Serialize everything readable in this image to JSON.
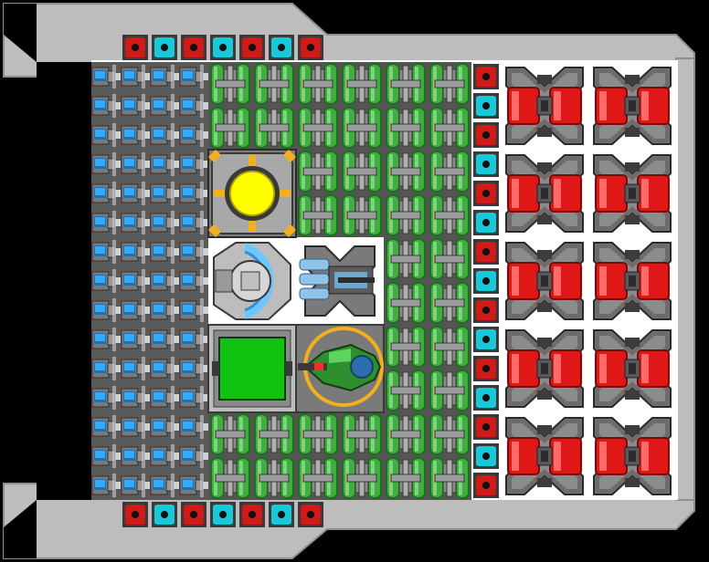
{
  "ship": {
    "name": "",
    "hull_color": "#bdbdbd",
    "hull_edge_color": "#8e8e8e",
    "deck_color": "#ffffff",
    "background_color": "#000000"
  },
  "palette": {
    "battery_blue": "#35a8ff",
    "tank_green": "#3fae3f",
    "tank_green_dark": "#1f6e1f",
    "engine_red": "#e01818",
    "engine_red_dark": "#7a0a0a",
    "frame_grey": "#6c6c6c",
    "frame_dark": "#3c3c3c",
    "core_yellow": "#ffff00",
    "connector_red": "#d01a1a",
    "connector_cyan": "#16c8d8",
    "screen_green": "#12c412"
  },
  "modules": {
    "connector_top": [
      "red",
      "cyan",
      "red",
      "cyan",
      "red",
      "cyan",
      "red"
    ],
    "connector_bottom": [
      "red",
      "cyan",
      "red",
      "cyan",
      "red",
      "cyan",
      "red"
    ],
    "connector_right": [
      "red",
      "cyan",
      "red",
      "cyan",
      "red",
      "cyan",
      "red",
      "cyan",
      "red",
      "cyan",
      "red",
      "cyan",
      "red",
      "cyan",
      "red"
    ],
    "battery_rows": 15,
    "battery_cols": 2,
    "engine_rows": 5,
    "engine_cols": 2,
    "reactor": {
      "icon": "reactor-core-icon"
    },
    "shield": {
      "icon": "shield-generator-icon"
    },
    "thruster": {
      "icon": "thruster-icon"
    },
    "computer": {
      "icon": "command-console-icon"
    },
    "cockpit": {
      "icon": "cockpit-icon"
    }
  }
}
